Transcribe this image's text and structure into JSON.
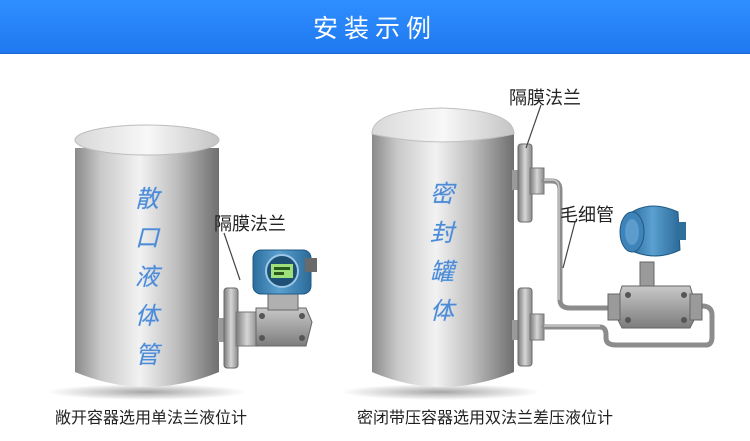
{
  "header": {
    "title": "安装示例"
  },
  "left_example": {
    "tank_label": "散口液体管",
    "flange_label": "隔膜法兰",
    "caption": "敞开容器选用单法兰液位计"
  },
  "right_example": {
    "tank_label": "密封罐体",
    "flange_label": "隔膜法兰",
    "capillary_label": "毛细管",
    "caption": "密闭带压容器选用双法兰差压液位计"
  },
  "colors": {
    "banner": "#2a86fb",
    "tank_text": "#4d8bd6",
    "transmitter": "#3f84b8"
  }
}
